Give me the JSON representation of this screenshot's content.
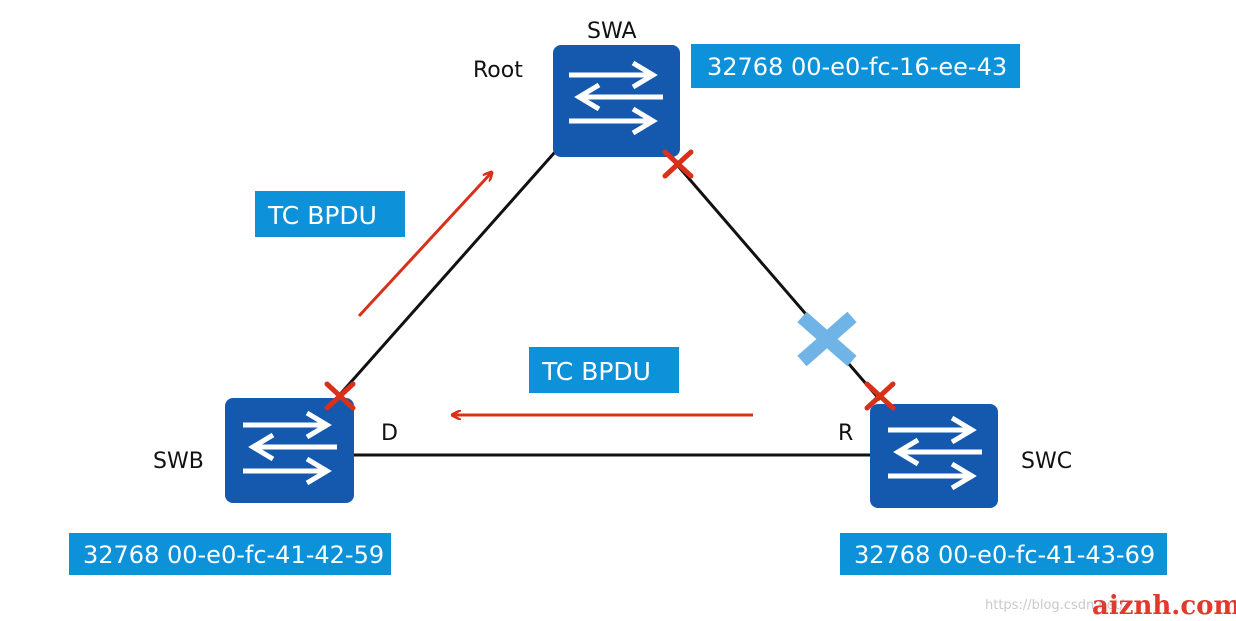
{
  "colors": {
    "switch_fill": "#1559ae",
    "switch_arrow": "#ffffff",
    "label_box": "#0d91d8",
    "link_line": "#111111",
    "red": "#d9301a",
    "failure_x": "#70b3e6",
    "watermark_brand": "#e03a2f"
  },
  "switches": [
    {
      "id": "swa",
      "name": "SWA",
      "role_label": "Root",
      "priority_mac": "32768 00-e0-fc-16-ee-43",
      "icon": "switch-icon"
    },
    {
      "id": "swb",
      "name": "SWB",
      "priority_mac": "32768 00-e0-fc-41-42-59",
      "icon": "switch-icon"
    },
    {
      "id": "swc",
      "name": "SWC",
      "priority_mac": "32768 00-e0-fc-41-43-69",
      "icon": "switch-icon"
    }
  ],
  "ports": {
    "swb_to_swc": "D",
    "swc_to_swb": "R"
  },
  "messages": [
    {
      "label": "TC BPDU",
      "direction": "SWB to SWA"
    },
    {
      "label": "TC BPDU",
      "direction": "SWC to SWB"
    }
  ],
  "link_failure": {
    "link": "SWA-SWC",
    "icon": "failure-x-icon"
  },
  "blocked_port_icon": "red-x-icon",
  "watermark": {
    "url": "https://blog.csdn.net/",
    "brand": "aiznh.com"
  }
}
